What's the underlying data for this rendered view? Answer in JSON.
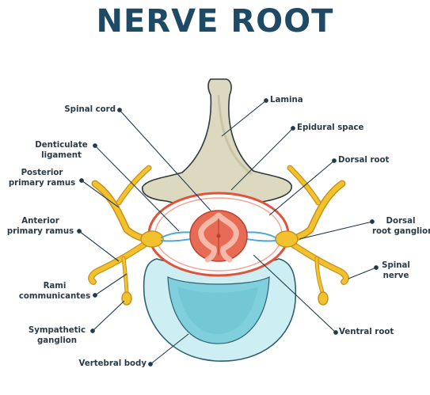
{
  "title": "NERVE ROOT",
  "labels": {
    "spinal_cord": "Spinal cord",
    "lamina": "Lamina",
    "epidural_space": "Epidural space",
    "denticulate_ligament_1": "Denticulate",
    "denticulate_ligament_2": "ligament",
    "posterior_primary_ramus_1": "Posterior",
    "posterior_primary_ramus_2": "primary ramus",
    "dorsal_root": "Dorsal root",
    "anterior_primary_ramus_1": "Anterior",
    "anterior_primary_ramus_2": "primary ramus",
    "dorsal_root_ganglion_1": "Dorsal",
    "dorsal_root_ganglion_2": "root ganglion",
    "spinal_nerve_1": "Spinal",
    "spinal_nerve_2": "nerve",
    "rami_communicantes_1": "Rami",
    "rami_communicantes_2": "communicantes",
    "ventral_root": "Ventral root",
    "sympathetic_ganglion_1": "Sympathetic",
    "sympathetic_ganglion_2": "ganglion",
    "vertebral_body": "Vertebral body"
  },
  "colors": {
    "title": "#1e4a66",
    "bone": "#ddd9c0",
    "bone_shade": "#c9c4a5",
    "nerve": "#f2c12e",
    "nerve_outline": "#c98f1a",
    "dura": "#e0533a",
    "cord": "#e86c55",
    "gray_matter": "#f4b9a8",
    "vertebral_body_light": "#cdeef3",
    "vertebral_body_dark": "#7fd0dc",
    "leader": "#1e3a4c"
  }
}
